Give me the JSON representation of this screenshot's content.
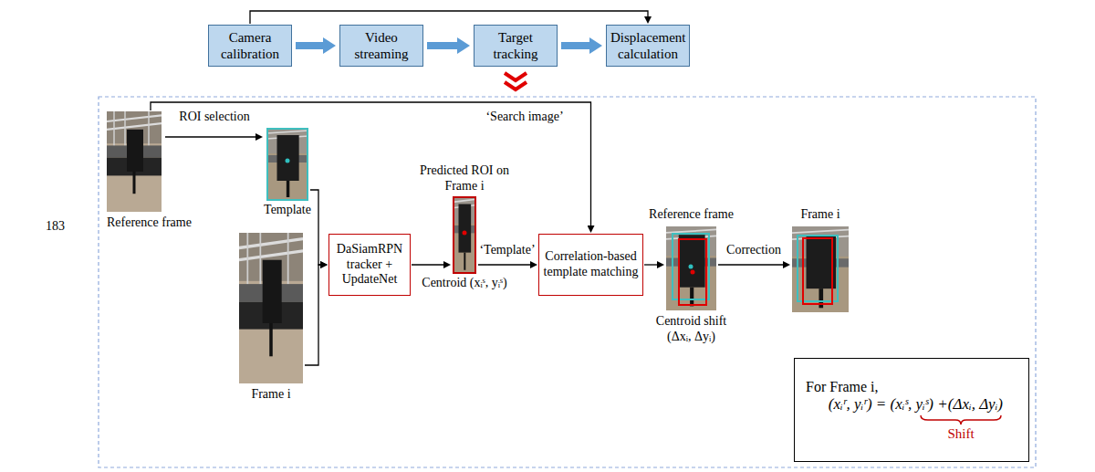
{
  "diagram": {
    "nodes": [
      {
        "text": [
          "Camera calibration"
        ]
      },
      {
        "text": [
          "Video streaming"
        ]
      },
      {
        "text": [
          "Target tracking"
        ]
      },
      {
        "text": [
          "Displacement calculation"
        ]
      },
      {
        "text": [
          "Reference frame"
        ]
      },
      {
        "text": [
          "Template"
        ]
      },
      {
        "text": [
          "Frame i"
        ]
      },
      {
        "text": [
          "DaSiamRPN tracker + UpdateNet"
        ]
      },
      {
        "text": [
          "Predicted ROI on Frame i",
          "Centroid (xᵢˢ, yᵢˢ)"
        ]
      },
      {
        "text": [
          "Correlation-based template matching"
        ]
      },
      {
        "text": [
          "Reference frame",
          "Centroid shift (Δxᵢ, Δyᵢ)"
        ]
      },
      {
        "text": [
          "Frame i"
        ]
      },
      {
        "text": [
          "For Frame i,",
          "(xᵢʳ, yᵢʳ) = (xᵢˢ, yᵢˢ) +(Δxᵢ, Δyᵢ)",
          "Shift"
        ]
      }
    ],
    "edges": [
      {
        "from": 0,
        "to": 1,
        "arrow": "to"
      },
      {
        "from": 1,
        "to": 2,
        "arrow": "to"
      },
      {
        "from": 2,
        "to": 3,
        "arrow": "to"
      },
      {
        "from": 0,
        "to": 3,
        "arrow": "to"
      },
      {
        "from": 4,
        "to": 5,
        "label": "ROI selection",
        "arrow": "to"
      },
      {
        "from": 4,
        "to": 9,
        "label": "‘Search image’",
        "arrow": "to"
      },
      {
        "from": 5,
        "to": 7,
        "arrow": "to"
      },
      {
        "from": 6,
        "to": 7,
        "arrow": "to"
      },
      {
        "from": 7,
        "to": 8,
        "arrow": "to"
      },
      {
        "from": 8,
        "to": 9,
        "label": "‘Template’",
        "arrow": "to"
      },
      {
        "from": 9,
        "to": 10,
        "arrow": "to"
      },
      {
        "from": 10,
        "to": 11,
        "label": "Correction",
        "arrow": "to"
      }
    ],
    "labels": [
      "183"
    ]
  }
}
